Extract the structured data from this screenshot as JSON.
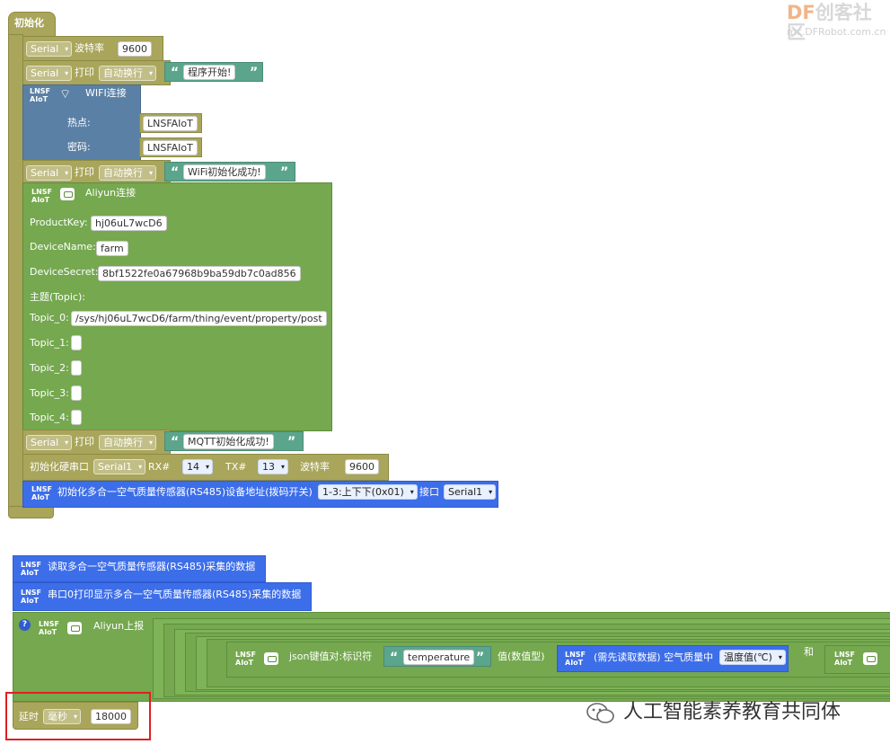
{
  "watermark": {
    "brand_df": "DF",
    "brand_name": "创客社区",
    "url": "mc.DFRobot.com.cn",
    "wechat": "人工智能素养教育共同体"
  },
  "lnsf": {
    "l1": "LNSF",
    "l2": "AIoT"
  },
  "init": {
    "hat_label": "初始化",
    "baud": {
      "serial": "Serial",
      "label": "波特率",
      "value": "9600"
    },
    "print1": {
      "serial": "Serial",
      "label": "打印",
      "mode": "自动换行",
      "text": "程序开始!"
    },
    "wifi": {
      "title": "WIFI连接",
      "ssid_label": "热点:",
      "ssid": "LNSFAIoT",
      "pwd_label": "密码:",
      "pwd": "LNSFAIoT"
    },
    "print2": {
      "serial": "Serial",
      "label": "打印",
      "mode": "自动换行",
      "text": "WiFi初始化成功!"
    },
    "aliyun": {
      "title": "Aliyun连接",
      "productkey_label": "ProductKey:",
      "productkey": "hj06uL7wcD6",
      "devicename_label": "DeviceName:",
      "devicename": "farm",
      "devicesecret_label": "DeviceSecret:",
      "devicesecret": "8bf1522fe0a67968b9ba59db7c0ad856",
      "topic_header": "主题(Topic):",
      "topic0_label": "Topic_0:",
      "topic0": "/sys/hj06uL7wcD6/farm/thing/event/property/post",
      "topic1_label": "Topic_1:",
      "topic2_label": "Topic_2:",
      "topic3_label": "Topic_3:",
      "topic4_label": "Topic_4:"
    },
    "print3": {
      "serial": "Serial",
      "label": "打印",
      "mode": "自动换行",
      "text": "MQTT初始化成功!"
    },
    "hwserial": {
      "label": "初始化硬串口",
      "serial": "Serial1",
      "rx_label": "RX#",
      "rx": "14",
      "tx_label": "TX#",
      "tx": "13",
      "baud_label": "波特率",
      "baud": "9600"
    },
    "sensor_init": {
      "label": "初始化多合一空气质量传感器(RS485)设备地址(拨码开关)",
      "address": "1-3:上下下(0x01)",
      "port_label": "接口",
      "port": "Serial1"
    }
  },
  "loop": {
    "read": "读取多合一空气质量传感器(RS485)采集的数据",
    "print": "串口0打印显示多合一空气质量传感器(RS485)采集的数据",
    "report": {
      "help": "?",
      "title": "Aliyun上报",
      "json_label": "json键值对:标识符",
      "key": "temperature",
      "value_label": "值(数值型)",
      "sensor_text": "(需先读取数据) 空气质量中",
      "sensor_sel": "温度值(℃)",
      "and": "和"
    },
    "delay": {
      "label": "延时",
      "unit": "毫秒",
      "value": "18000"
    }
  }
}
